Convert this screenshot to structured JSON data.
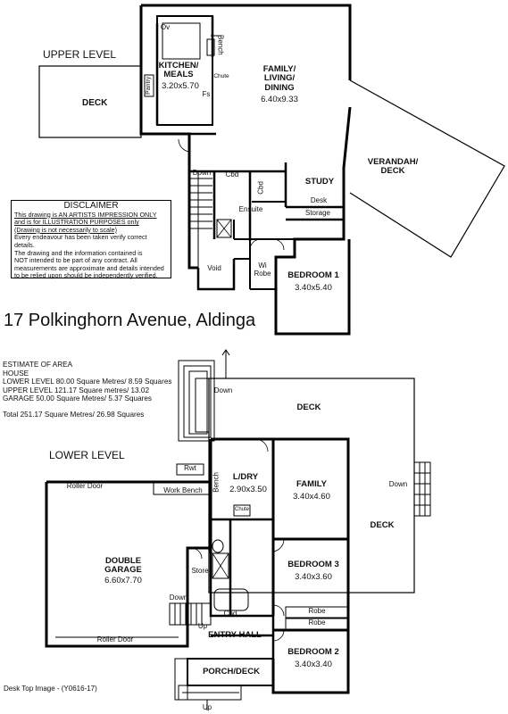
{
  "title": "17 Polkinghorn Avenue, Aldinga",
  "upper": {
    "level_label": "UPPER LEVEL",
    "deck": "DECK",
    "kitchen_name": "KITCHEN/\nMEALS",
    "kitchen_size": "3.20x5.70",
    "family_name": "FAMILY/\nLIVING/\nDINING",
    "family_size": "6.40x9.33",
    "verandah": "VERANDAH/\nDECK",
    "study": "STUDY",
    "desk": "Desk",
    "storage": "Storage",
    "ensuite": "Ensuite",
    "bedroom1_name": "BEDROOM 1",
    "bedroom1_size": "3.40x5.40",
    "wi_robe": "Wi\nRobe",
    "void": "Void",
    "down": "Down",
    "cbd1": "Cbd",
    "cbd2": "Cbd",
    "ov": "Ov",
    "bench": "Bench",
    "pantry": "Pantry",
    "chute": "Chute",
    "fs": "Fs"
  },
  "disclaimer": {
    "heading": "DISCLAIMER",
    "line1": "This drawing is AN ARTISTS IMPRESSION ONLY",
    "line2": "and is for ILLUSTRATION PURPOSES only",
    "line3": "(Drawing is not necessarily to scale)",
    "line4": "Every endeavour has been taken verify correct details.",
    "line5": "The drawing and the information contained is",
    "line6": "NOT intended to be part of any contract.  All",
    "line7": "measurements are approximate and details intended",
    "line8": "to be relied upon should be independently verified."
  },
  "area": {
    "l1": "ESTIMATE OF AREA",
    "l2": "HOUSE",
    "l3": "LOWER LEVEL 80.00 Square Metres/  8.59 Squares",
    "l4": "UPPER LEVEL 121.17 Square metres/  13.02",
    "l5": "GARAGE  50.00 Square Metres/ 5.37 Squares",
    "l6": "Total  251.17 Square Metres/  26.98 Squares"
  },
  "lower": {
    "level_label": "LOWER LEVEL",
    "deck_top": "DECK",
    "deck_right": "DECK",
    "down_top": "Down",
    "down_right": "Down",
    "rwt": "Rwt",
    "roller_door_top": "Roller Door",
    "roller_door_bottom": "Roller Door",
    "work_bench": "Work Bench",
    "bench": "Bench",
    "garage_name": "DOUBLE\nGARAGE",
    "garage_size": "6.60x7.70",
    "ldry_name": "L/DRY",
    "ldry_size": "2.90x3.50",
    "chute": "Chute",
    "family_name": "FAMILY",
    "family_size": "3.40x4.60",
    "store": "Store",
    "bedroom3_name": "BEDROOM 3",
    "bedroom3_size": "3.40x3.60",
    "robe1": "Robe",
    "robe2": "Robe",
    "down_stair": "Down",
    "up_stair": "Up",
    "cbd": "Cbd",
    "entry": "ENTRY HALL",
    "bedroom2_name": "BEDROOM 2",
    "bedroom2_size": "3.40x3.40",
    "porch": "PORCH/DECK",
    "up_porch": "Up"
  },
  "footer": "Desk Top Image - (Y0616-17)"
}
